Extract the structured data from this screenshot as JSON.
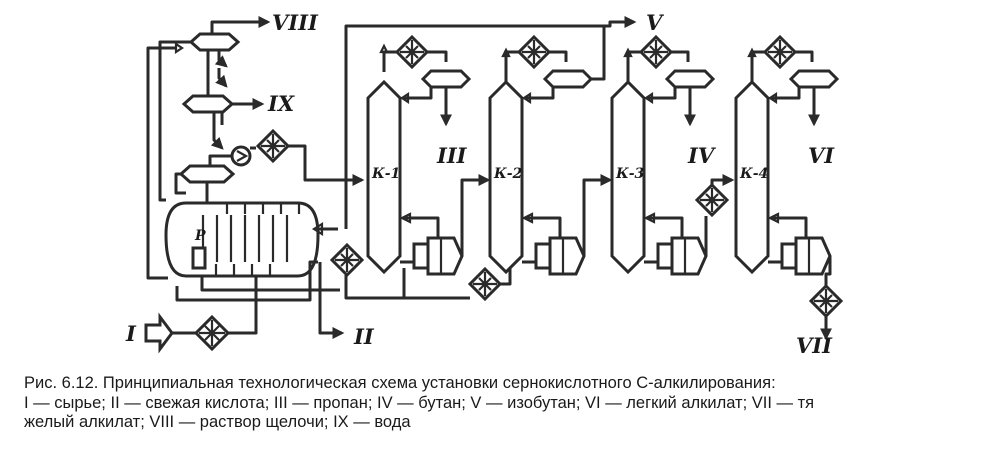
{
  "labels": {
    "viii": "VIII",
    "ix": "IX",
    "v": "V",
    "iii": "III",
    "iv": "IV",
    "vi": "VI",
    "i": "I",
    "ii": "II",
    "vii": "VII",
    "reactor": "P",
    "k1": "К-1",
    "k2": "К-2",
    "k3": "К-3",
    "k4": "К-4"
  },
  "caption": {
    "line1": "Рис. 6.12. Принципиальная технологическая схема установки сернокислотного С-алкилирования:",
    "line2": "I — сырье; II — свежая кислота; III — пропан; IV — бутан; V — изобутан; VI — легкий алкилат; VII — тя",
    "line3": "желый алкилат; VIII — раствор щелочи; IX — вода"
  }
}
